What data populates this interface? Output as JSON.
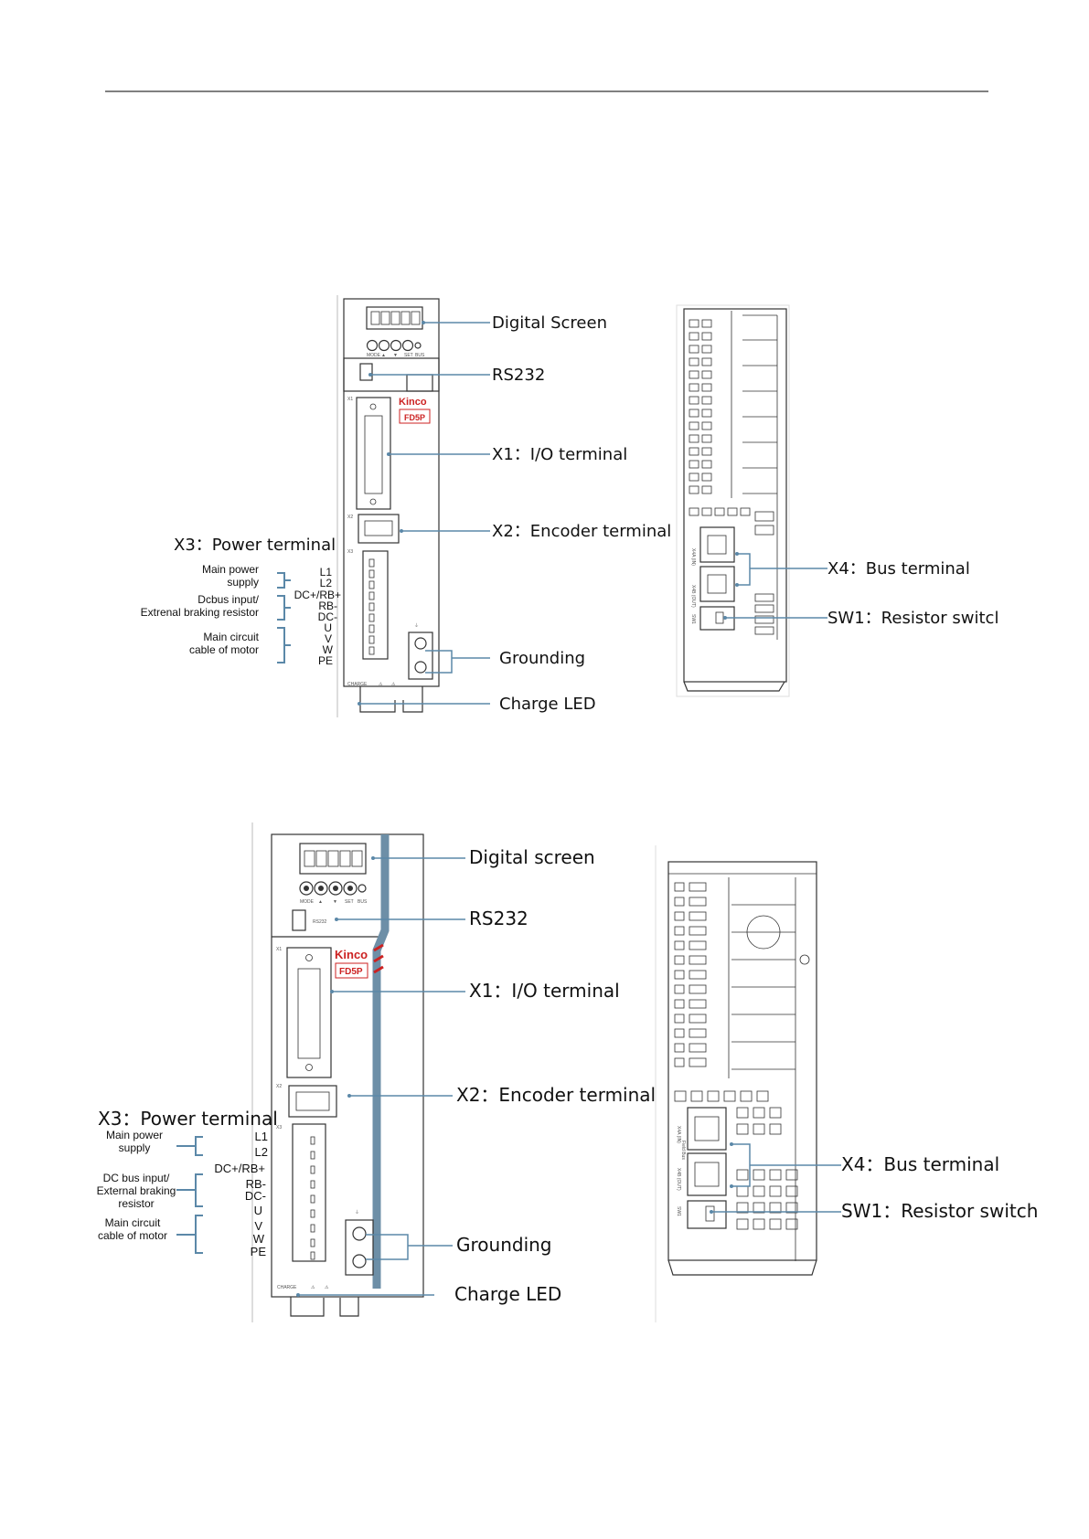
{
  "diagrams": [
    {
      "callouts_right": [
        "Digital Screen",
        "RS232",
        "X1：I/O terminal",
        "X2：Encoder terminal",
        "Grounding",
        "Charge LED"
      ],
      "power_title": "X3：Power terminal",
      "groups": [
        {
          "lines": [
            "Main power",
            "supply"
          ]
        },
        {
          "lines": [
            "Dcbus input/",
            "Extrenal braking resistor"
          ]
        },
        {
          "lines": [
            "Main circuit",
            "cable of motor"
          ]
        }
      ],
      "pins": [
        "L1",
        "L2",
        "DC+/RB+",
        "RB-",
        "DC-",
        "U",
        "V",
        "W",
        "PE"
      ],
      "side_callouts": [
        "X4：Bus terminal",
        "SW1：Resistor switcl"
      ]
    },
    {
      "callouts_right": [
        "Digital screen",
        "RS232",
        "X1：I/O terminal",
        "X2：Encoder terminal",
        "Grounding",
        "Charge LED"
      ],
      "power_title": "X3：Power terminal",
      "groups": [
        {
          "lines": [
            "Main power",
            "supply"
          ]
        },
        {
          "lines": [
            "DC bus input/",
            "External braking",
            "resistor"
          ]
        },
        {
          "lines": [
            "Main circuit",
            "cable of motor"
          ]
        }
      ],
      "pins": [
        "L1",
        "L2",
        "DC+/RB+",
        "RB-",
        "DC-",
        "U",
        "V",
        "W",
        "PE"
      ],
      "side_callouts": [
        "X4：Bus terminal",
        "SW1：Resistor switch"
      ]
    }
  ],
  "device_text": {
    "brand": "Kinco",
    "model": "FD5P",
    "x1": "X1",
    "x2": "X2",
    "x3": "X3",
    "charge": "CHARGE",
    "mode": "MODE",
    "set": "SET",
    "bus": "BUS",
    "rs232": "RS232",
    "up": "▲",
    "down": "▼",
    "ground": "⏚",
    "warn": "⚠",
    "xa_in": "X4A (IN)",
    "xb_out": "X4B (OUT)",
    "sw1": "SW1",
    "field_bus": "Field Bus"
  },
  "colors": {
    "lead": "#5b88a8",
    "brand": "#cc2222",
    "rule": "#000000"
  }
}
